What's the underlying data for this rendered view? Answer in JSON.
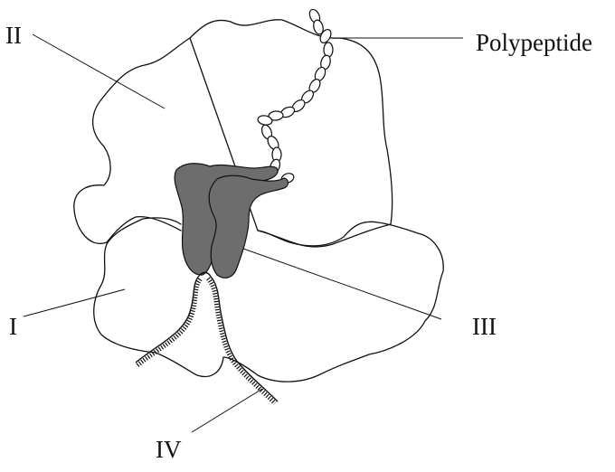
{
  "labels": {
    "polypeptide": "Polypeptide",
    "large_subunit": "II",
    "small_subunit": "I",
    "tunnel": "III",
    "mrna": "IV"
  },
  "colors": {
    "line": "#111111",
    "tunnel_fill": "#6d6d6d",
    "background": "#ffffff"
  }
}
